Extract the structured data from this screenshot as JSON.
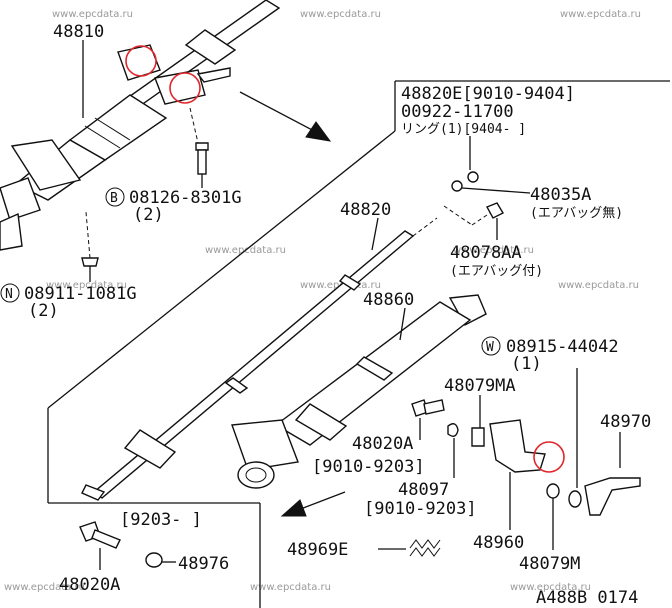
{
  "labels": {
    "p48810": "48810",
    "p48820E": "48820E[9010-9404]",
    "p00922": "00922-11700",
    "ring": "リング(1)[9404-      ]",
    "p48035A": "48035A",
    "p48035A_note": "(エアバッグ無)",
    "p48820": "48820",
    "p48078AA": "48078AA",
    "p48078AA_note": "(エアバッグ付)",
    "p48860": "48860",
    "bolt_b_code": "08126-8301G",
    "bolt_b_qty": "(2)",
    "nut_n_code": "08911-1081G",
    "nut_n_qty": "(2)",
    "washer_w_code": "08915-44042",
    "washer_w_qty": "(1)",
    "p48079MA": "48079MA",
    "p48970": "48970",
    "p48020A": "48020A",
    "p48020A_range": "[9010-9203]",
    "p48097": "48097",
    "p48097_range": "[9010-9203]",
    "p48960": "48960",
    "p48079M": "48079M",
    "p48969E": "48969E",
    "inset_range": "[9203-      ]",
    "inset_48020A": "48020A",
    "inset_48976": "48976",
    "diagram_code": "A488B 0174"
  },
  "markers": {
    "b": "B",
    "n": "N",
    "w": "W"
  },
  "watermark": "www.epcdata.ru",
  "colors": {
    "highlight": "#e0262b",
    "line": "#111111",
    "watermark": "#9a9a9a"
  }
}
